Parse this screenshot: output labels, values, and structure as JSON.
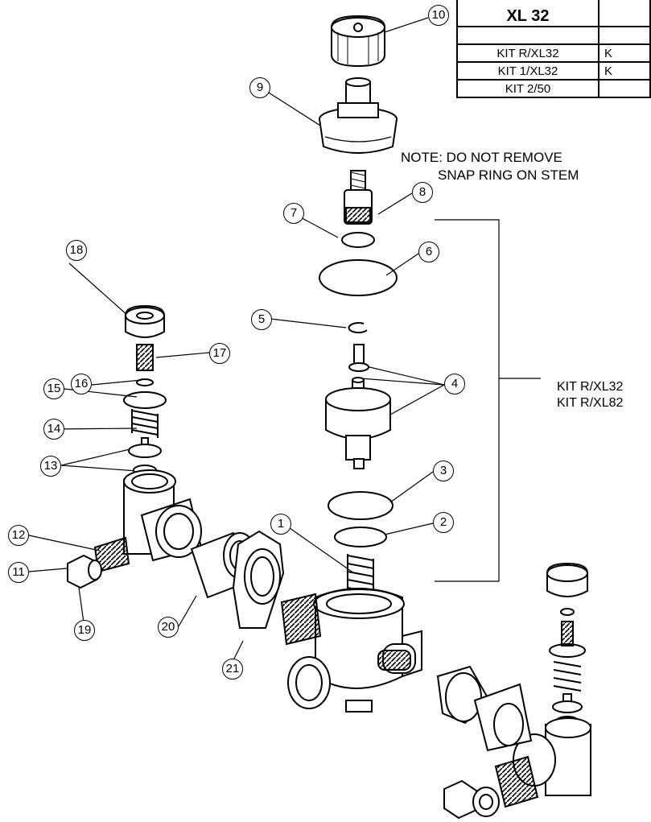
{
  "table": {
    "header": "XL 32",
    "rows": [
      {
        "kit": "",
        "col2": ""
      },
      {
        "kit": "KIT R/XL32",
        "col2": "K"
      },
      {
        "kit": "KIT 1/XL32",
        "col2": "K"
      },
      {
        "kit": "KIT 2/50",
        "col2": ""
      }
    ]
  },
  "note": {
    "line1": "NOTE: DO NOT REMOVE",
    "line2": "SNAP RING ON STEM"
  },
  "bracket_labels": [
    "KIT R/XL32",
    "KIT R/XL82"
  ],
  "callouts": [
    "1",
    "2",
    "3",
    "4",
    "5",
    "6",
    "7",
    "8",
    "9",
    "10",
    "11",
    "12",
    "13",
    "14",
    "15",
    "16",
    "17",
    "18",
    "19",
    "20",
    "21"
  ]
}
